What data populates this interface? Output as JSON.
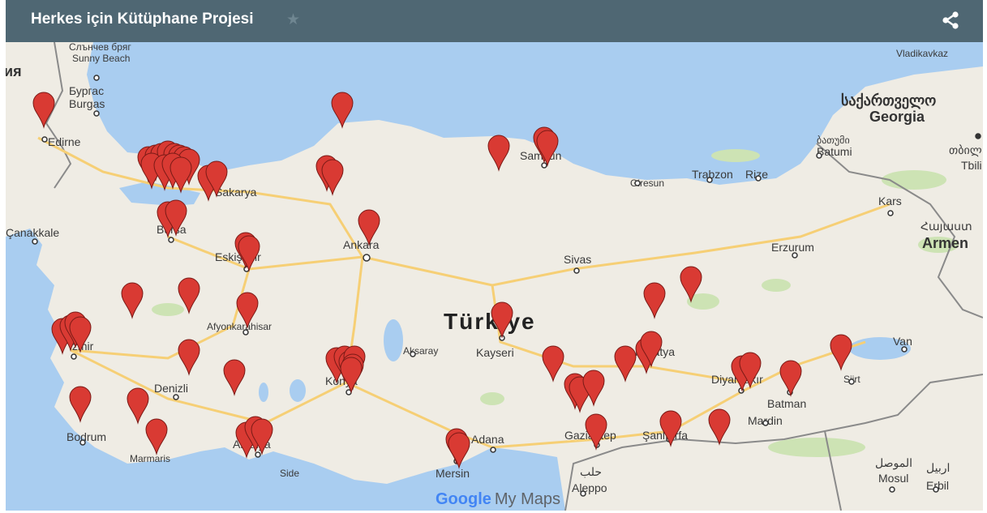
{
  "header": {
    "title": "Herkes için Kütüphane Projesi",
    "star_icon": "star-icon",
    "share_icon": "share-icon"
  },
  "colors": {
    "header_bg": "#4f6773",
    "sea": "#a9cdf0",
    "land": "#efece4",
    "pin": "#d93a33",
    "road": "#f6cf75"
  },
  "map": {
    "country_label": "Türkiye",
    "labels": [
      {
        "id": "sunny-beach",
        "text": "Слънчев бряг\nSunny Beach"
      },
      {
        "id": "burgas",
        "text": "Бургас\nBurgas"
      },
      {
        "id": "edirne",
        "text": "Edirne"
      },
      {
        "id": "sakarya",
        "text": "Sakarya"
      },
      {
        "id": "bursa",
        "text": "Bursa"
      },
      {
        "id": "canakkale",
        "text": "Çanakkale"
      },
      {
        "id": "eskisehir",
        "text": "Eskişehir"
      },
      {
        "id": "ankara",
        "text": "Ankara"
      },
      {
        "id": "samsun",
        "text": "Samsun"
      },
      {
        "id": "giresun",
        "text": "Giresun"
      },
      {
        "id": "trabzon",
        "text": "Trabzon"
      },
      {
        "id": "rize",
        "text": "Rize"
      },
      {
        "id": "batumi",
        "text": "ბათუმი\nBatumi"
      },
      {
        "id": "georgia",
        "text": "საქართველო\nGeorgia"
      },
      {
        "id": "tbilisi",
        "text": "თბილ\nTbili"
      },
      {
        "id": "vladikavkaz",
        "text": "Vladikavkaz"
      },
      {
        "id": "kars",
        "text": "Kars"
      },
      {
        "id": "armenia",
        "text": "Հայաստ\nArmen"
      },
      {
        "id": "erzurum",
        "text": "Erzurum"
      },
      {
        "id": "sivas",
        "text": "Sivas"
      },
      {
        "id": "afyonkarahisar",
        "text": "Afyonkarahisar"
      },
      {
        "id": "izmir",
        "text": "İzmir"
      },
      {
        "id": "denizli",
        "text": "Denizli"
      },
      {
        "id": "bodrum",
        "text": "Bodrum"
      },
      {
        "id": "marmaris",
        "text": "Marmaris"
      },
      {
        "id": "antalya",
        "text": "Antalya"
      },
      {
        "id": "side",
        "text": "Side"
      },
      {
        "id": "konya",
        "text": "Konya"
      },
      {
        "id": "aksaray",
        "text": "Aksaray"
      },
      {
        "id": "kayseri",
        "text": "Kayseri"
      },
      {
        "id": "malatya",
        "text": "Malatya"
      },
      {
        "id": "adana",
        "text": "Adana"
      },
      {
        "id": "mersin",
        "text": "Mersin"
      },
      {
        "id": "gaziantep",
        "text": "Gaziantep"
      },
      {
        "id": "sanliurfa",
        "text": "Şanlıurfa"
      },
      {
        "id": "aleppo",
        "text": "حلب\nAleppo"
      },
      {
        "id": "diyarbakir",
        "text": "Diyarbakır"
      },
      {
        "id": "batman",
        "text": "Batman"
      },
      {
        "id": "siirt",
        "text": "Siirt"
      },
      {
        "id": "mardin",
        "text": "Mardin"
      },
      {
        "id": "van",
        "text": "Van"
      },
      {
        "id": "mosul",
        "text": "الموصل\nMosul"
      },
      {
        "id": "erbil",
        "text": "اربيل\nErbil"
      },
      {
        "id": "bulgaria-partial",
        "text": "ия"
      }
    ],
    "attribution": {
      "google": "Google",
      "mymaps": "My Maps"
    },
    "pin_count": 75
  }
}
